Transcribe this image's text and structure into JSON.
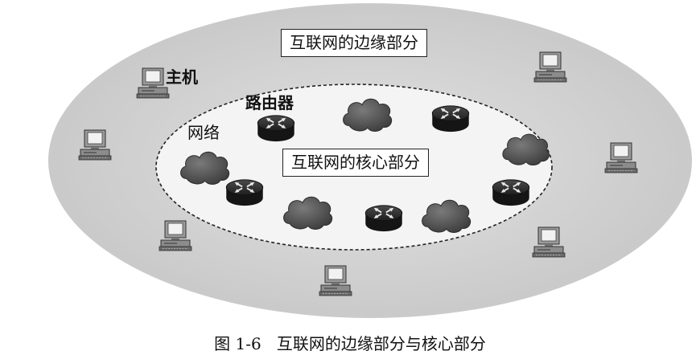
{
  "labels": {
    "edge_region": "互联网的边缘部分",
    "core_region": "互联网的核心部分",
    "host": "主机",
    "router": "路由器",
    "network": "网络"
  },
  "caption": {
    "figure_number": "图 1-6",
    "text": "互联网的边缘部分与核心部分"
  },
  "colors": {
    "outer_fill": "#d4d4d4",
    "inner_fill": "#f3f3f3",
    "cloud": "#5f5f5f",
    "router": "#2b2b2b",
    "host": "#8a8a8a"
  },
  "icons": {
    "host": "desktop-computer-icon",
    "router": "router-icon",
    "network": "cloud-icon"
  }
}
